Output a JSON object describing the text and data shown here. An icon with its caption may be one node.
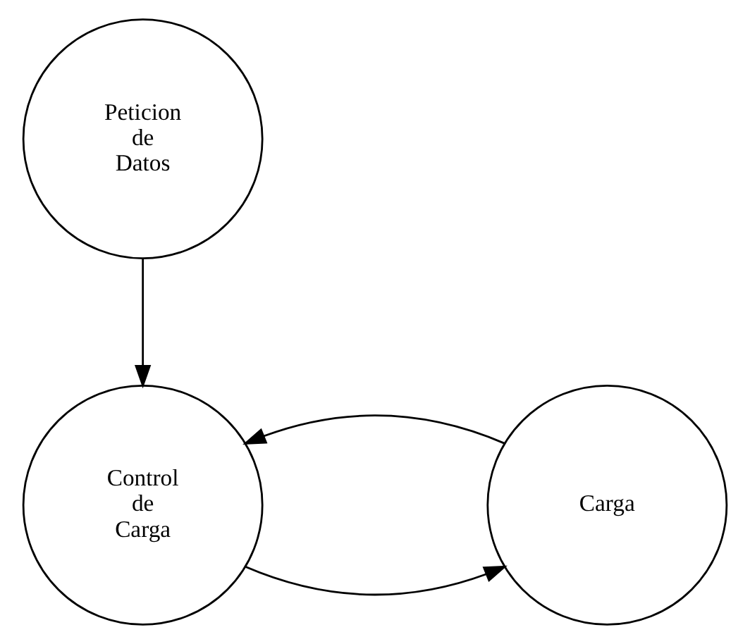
{
  "diagram": {
    "nodes": [
      {
        "text": [
          "Peticion de Datos"
        ]
      },
      {
        "text": [
          "Control de Carga"
        ]
      },
      {
        "text": [
          "Carga"
        ]
      }
    ],
    "edges": [
      {
        "from": 0,
        "to": 1,
        "arrow": "to"
      },
      {
        "from": 1,
        "to": 2,
        "arrow": "to"
      },
      {
        "from": 2,
        "to": 1,
        "arrow": "to"
      }
    ]
  }
}
